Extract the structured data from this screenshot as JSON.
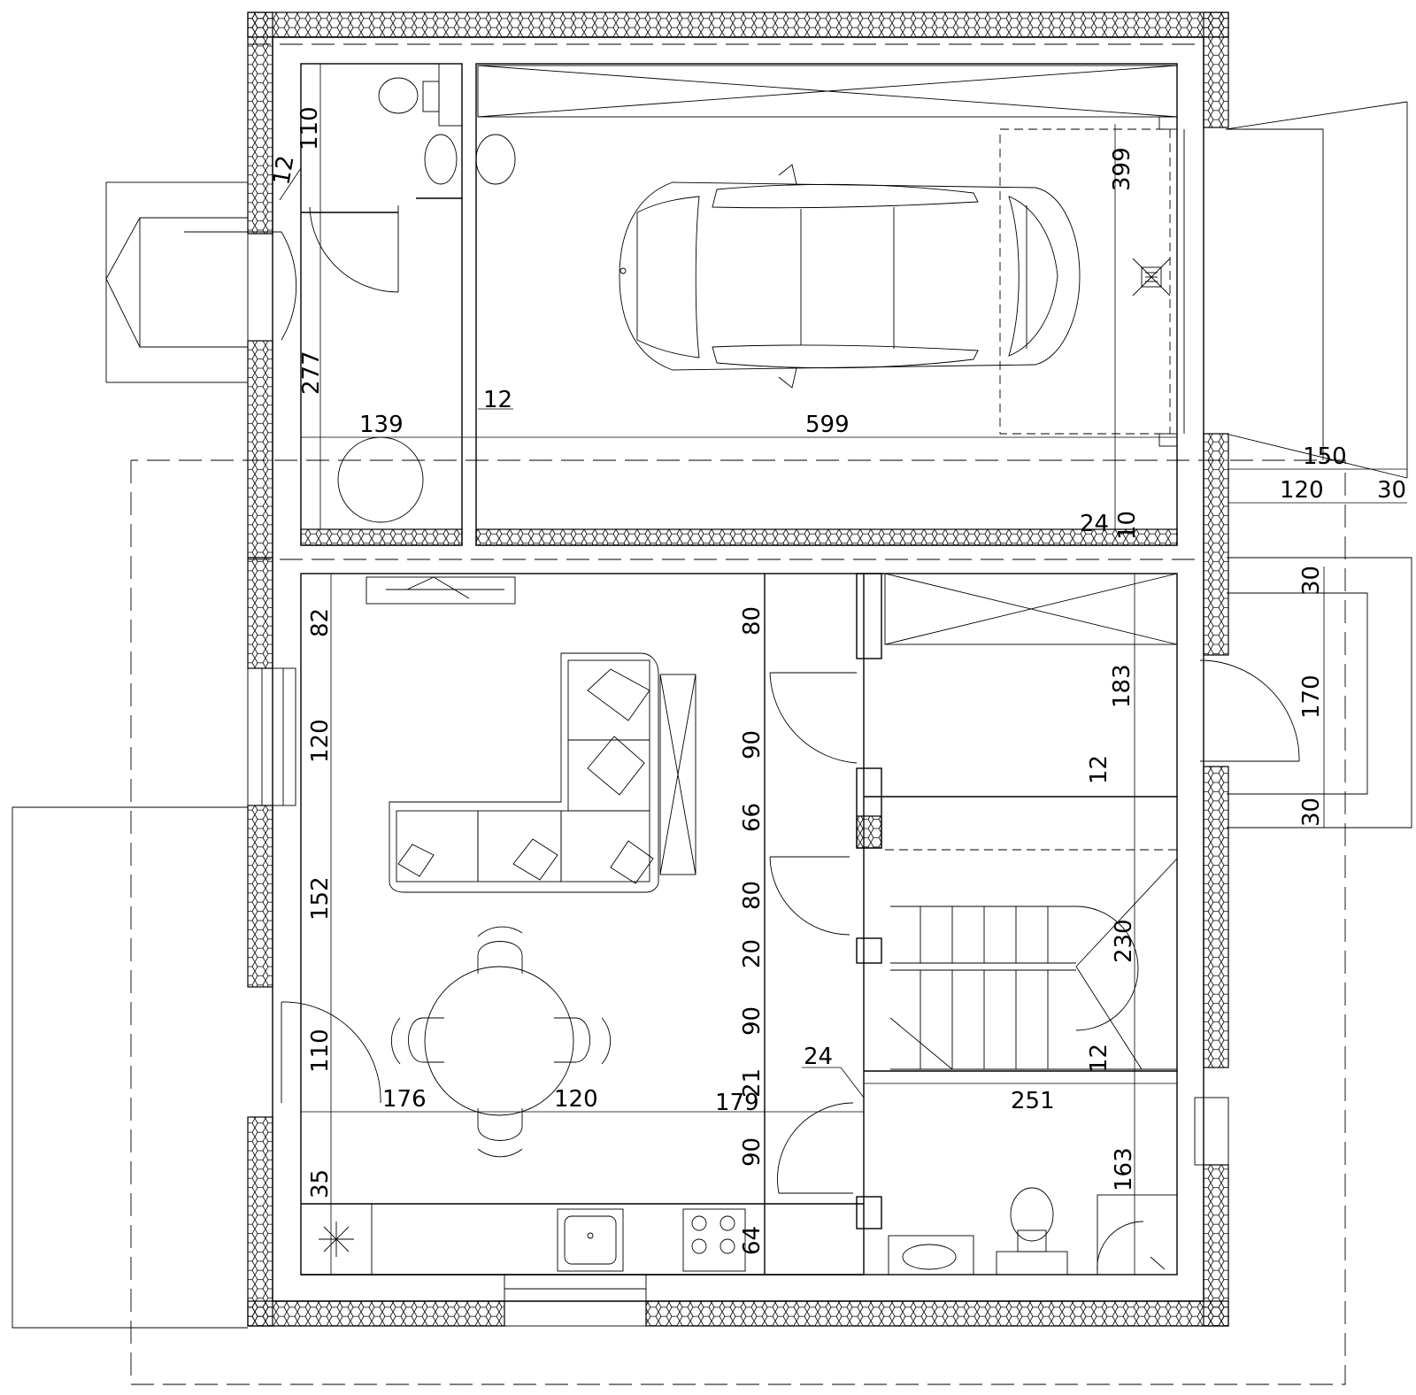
{
  "dimensions": {
    "d110_top": "110",
    "d12_a": "12",
    "d277": "277",
    "d139": "139",
    "d12_b": "12",
    "d599": "599",
    "d399": "399",
    "d150": "150",
    "d120_r": "120",
    "d30_a": "30",
    "d24_a": "24",
    "d10": "10",
    "d82": "82",
    "d120_l": "120",
    "d152": "152",
    "d110_l": "110",
    "d176": "176",
    "d120_mid": "120",
    "d179": "179",
    "d35": "35",
    "d80_a": "80",
    "d90_a": "90",
    "d66": "66",
    "d80_b": "80",
    "d20": "20",
    "d90_b": "90",
    "d21": "21",
    "d90_c": "90",
    "d64": "64",
    "d183": "183",
    "d12_c": "12",
    "d30_b": "30",
    "d170": "170",
    "d30_c": "30",
    "d230": "230",
    "d12_d": "12",
    "d24_b": "24",
    "d251": "251",
    "d163": "163"
  }
}
